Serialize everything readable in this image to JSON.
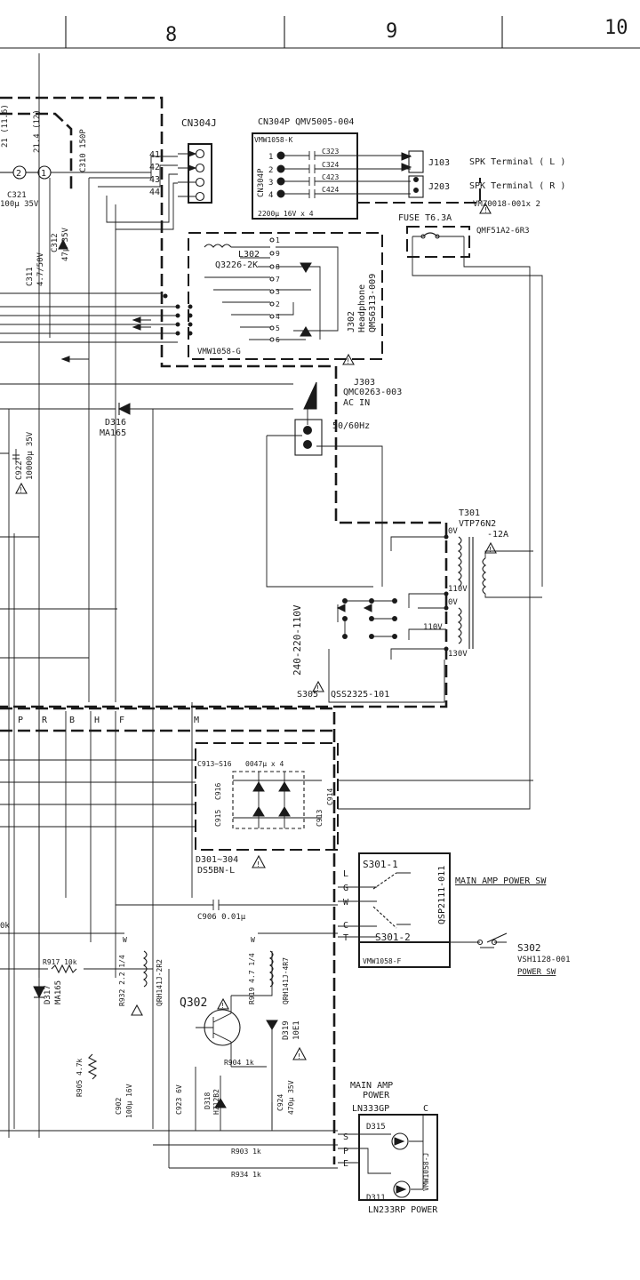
{
  "grid": {
    "columns": [
      "8",
      "9",
      "10"
    ]
  },
  "labels": {
    "cn304j": "CN304J",
    "cn304p": "CN304P QMV5005-004",
    "vmw1058k": "VMW1058-K",
    "cn304p_short": "CN304P",
    "cap_note": "2200μ 16V x 4",
    "c323": "C323",
    "c324": "C324",
    "c423": "C423",
    "c424": "C424",
    "j103": "J103",
    "j203": "J203",
    "spk_l": "SPK Terminal ( L )",
    "spk_r": "SPK Terminal ( R )",
    "vmz": "VMZ0018-001x 2",
    "fuse": "FUSE T6.3A",
    "qmf": "QMF51A2-6R3",
    "l302": "L302",
    "q3226": "Q3226-2K",
    "j302": "J302",
    "headphone": "Headphone",
    "qms": "QMS6313-009",
    "vmw1058g": "VMW1058-G",
    "j303": "J303",
    "qmc": "QMC0263-003",
    "acin": "AC IN",
    "hz": "50/60Hz",
    "d316": "D316",
    "ma165": "MA165",
    "c922": "C922",
    "c922v": "10000μ 35V",
    "c310": "C310 150P",
    "c321": "C321",
    "c321v": "100μ 35V",
    "c312": "C312",
    "c312v": "47μ 35V",
    "c311": "C311",
    "c311v": "4.7/50V",
    "pin_a": "2",
    "pin_b": "1",
    "volt_a": "21 (11.6)",
    "volt_b": "21.4 (12)",
    "t301": "T301",
    "vtp": "VTP76N2",
    "suffix12a": "-12A",
    "tap0v": "0V",
    "tap110": "110V",
    "tap0v2": "0V",
    "tap110b": "110V",
    "tap130": "130V",
    "volt_sel": "240-220-110V",
    "s305": "S305",
    "qss": "QSS2325-101",
    "bus": [
      "P",
      "R",
      "B",
      "H",
      "F",
      "M"
    ],
    "c913": "C913~S16",
    "c913v": "0047μ x 4",
    "c916": "C916",
    "c915": "C915",
    "c914": "C914",
    "c913b": "C913",
    "d301": "D301~304",
    "ds5bn": "DS5BN-L",
    "c906": "C906 0.01μ",
    "s301_1": "S301-1",
    "s301_2": "S301-2",
    "qsp": "QSP2111-011",
    "main_amp_sw": "MAIN AMP POWER SW",
    "lgwct": [
      "L",
      "G",
      "W",
      "C",
      "T"
    ],
    "vmw1058f": "VMW1058-F",
    "s302": "S302",
    "vsh": "VSH1128-001",
    "power_sw": "POWER SW",
    "r917": "R917 10k",
    "d317": "D317",
    "d317v": "MA165",
    "r932": "R932 2.2 1/4",
    "qrh2r2": "QRH141J-2R2",
    "q302": "Q302",
    "r919": "R919 4.7 1/4",
    "qrh4r7": "QRH141J-4R7",
    "d319": "D319",
    "d319v": "10E1",
    "r904": "R904 1k",
    "r905": "R905 4.7k",
    "c902": "C902",
    "c902v": "100μ 16V",
    "c923": "C923 6V",
    "d318": "D318",
    "hz12b2": "HZ12B2",
    "c924": "C924",
    "c924v": "470μ 35V",
    "r903": "R903 1k",
    "r934": "R934 1k",
    "w1": "W",
    "w2": "W",
    "k10": "0k",
    "main_amp_power": "MAIN AMP",
    "power_word": "POWER",
    "ln333": "LN333GP",
    "c_pin": "C",
    "spe": [
      "S",
      "P",
      "E"
    ],
    "d315": "D315",
    "d311": "D311",
    "ln233": "LN233RP POWER",
    "vmw1058j": "VMW1058-J",
    "pins_cn304j": [
      "41",
      "42",
      "43",
      "44"
    ],
    "pins_cn304p": [
      "1",
      "2",
      "3",
      "4"
    ],
    "pins_j302": [
      "1",
      "9",
      "8",
      "7",
      "3",
      "2",
      "4",
      "5",
      "6"
    ]
  }
}
